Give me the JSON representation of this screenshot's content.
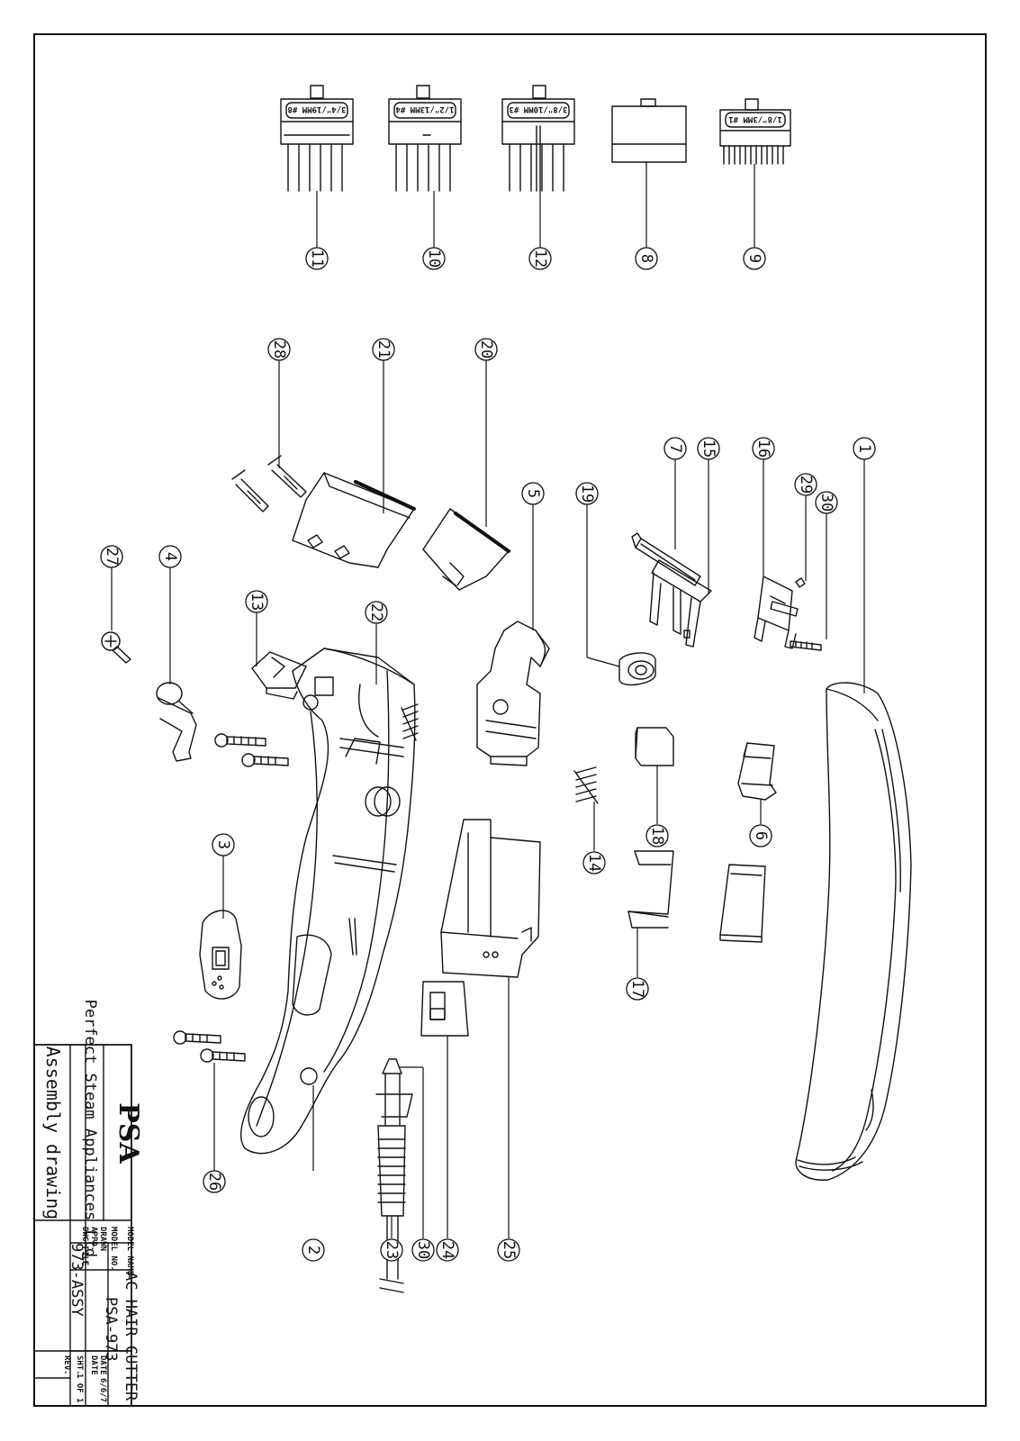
{
  "title_block": {
    "logo": "PSA",
    "company": "Perfect Steam Appliances Ltd.",
    "drawing_title": "Assembly drawing",
    "model_name_label": "MODEL NAME",
    "model_name": "AC HAIR CUTTER",
    "model_no_label": "MODEL NO.",
    "model_no": "PSA-973",
    "drawn_label": "DRAWN",
    "date_label_1": "DATE",
    "date_value_1": "6/6/7",
    "appd_label": "APPD.",
    "date_label_2": "DATE",
    "dwg_file_label": "DWG FILE",
    "dwg_file": "973-ASSY",
    "rev_label": "REV.",
    "sht_label": "SHT.",
    "sht_value": "1 OF 1"
  },
  "comb_labels": {
    "c11": "3/4\"/19MM #8",
    "c10": "1/2\"/13MM #4",
    "c12": "3/8\"/10MM #3",
    "c9": "1/8\"/3MM #1"
  },
  "callouts": [
    {
      "id": "1",
      "label": "1"
    },
    {
      "id": "2",
      "label": "2"
    },
    {
      "id": "3",
      "label": "3"
    },
    {
      "id": "4",
      "label": "4"
    },
    {
      "id": "5",
      "label": "5"
    },
    {
      "id": "6",
      "label": "6"
    },
    {
      "id": "7",
      "label": "7"
    },
    {
      "id": "8",
      "label": "8"
    },
    {
      "id": "9",
      "label": "9"
    },
    {
      "id": "10",
      "label": "10"
    },
    {
      "id": "11",
      "label": "11"
    },
    {
      "id": "12",
      "label": "12"
    },
    {
      "id": "13",
      "label": "13"
    },
    {
      "id": "14",
      "label": "14"
    },
    {
      "id": "15",
      "label": "15"
    },
    {
      "id": "16",
      "label": "16"
    },
    {
      "id": "17",
      "label": "17"
    },
    {
      "id": "18",
      "label": "18"
    },
    {
      "id": "19",
      "label": "19"
    },
    {
      "id": "20",
      "label": "20"
    },
    {
      "id": "21",
      "label": "21"
    },
    {
      "id": "22",
      "label": "22"
    },
    {
      "id": "23",
      "label": "23"
    },
    {
      "id": "24",
      "label": "24"
    },
    {
      "id": "25",
      "label": "25"
    },
    {
      "id": "26",
      "label": "26"
    },
    {
      "id": "27",
      "label": "27"
    },
    {
      "id": "28",
      "label": "28"
    },
    {
      "id": "29",
      "label": "29"
    },
    {
      "id": "30a",
      "label": "30"
    },
    {
      "id": "30b",
      "label": "30"
    }
  ]
}
